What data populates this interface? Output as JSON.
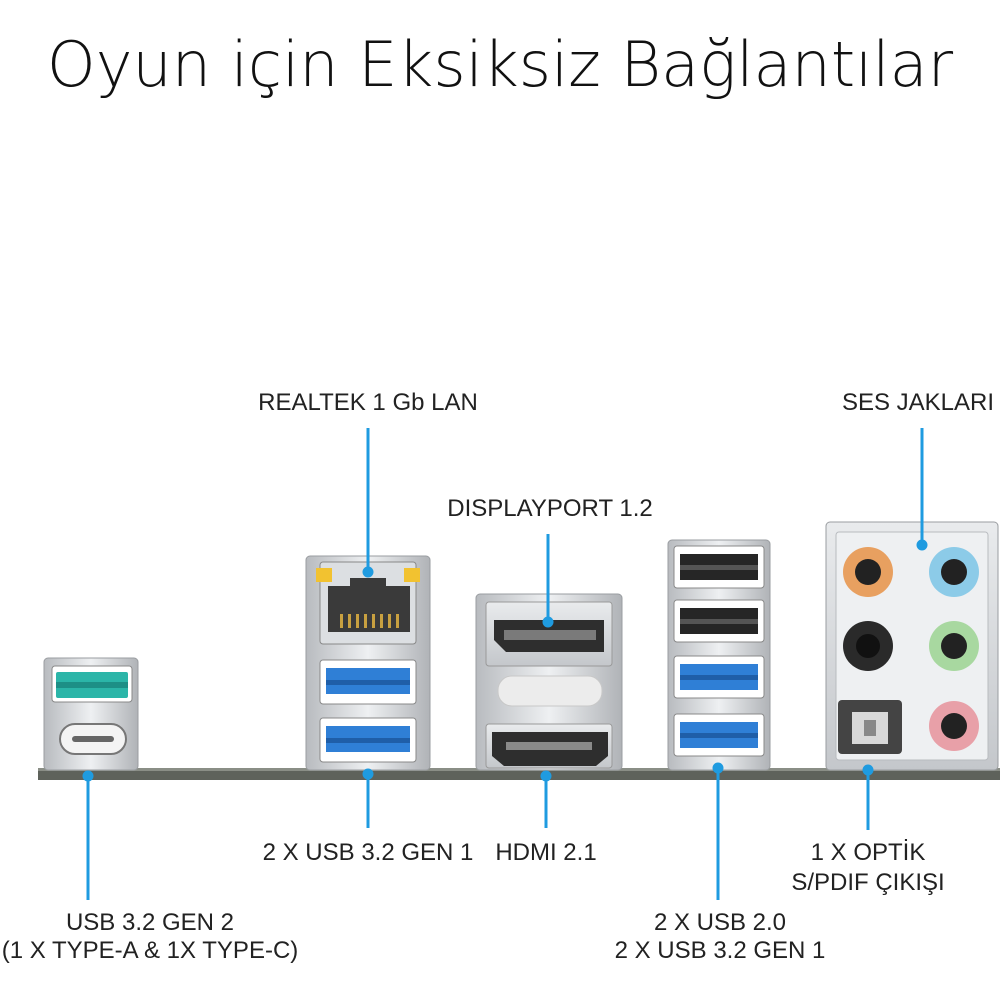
{
  "title": "Oyun için Eksiksiz Bağlantılar",
  "labels": {
    "lan": "REALTEK 1 Gb LAN",
    "audio": "SES JAKLARI",
    "displayport": "DISPLAYPORT 1.2",
    "usb_gen1": "2 X USB 3.2 GEN 1",
    "hdmi": "HDMI 2.1",
    "optical_line1": "1 X OPTİK",
    "optical_line2": "S/PDIF ÇIKIŞI",
    "usb_gen2_line1": "USB 3.2 GEN 2",
    "usb_gen2_line2": "(1 X TYPE-A & 1X TYPE-C)",
    "usb_mixed_line1": "2 X USB 2.0",
    "usb_mixed_line2": "2 X USB 3.2 GEN 1"
  },
  "colors": {
    "accent_line": "#1f9be0",
    "usb3_blue": "#2f7fd6",
    "usb_teal": "#2bb5a8",
    "jack_orange": "#e8a060",
    "jack_blue": "#8ccbe8",
    "jack_black": "#2a2a2a",
    "jack_green": "#a8d8a0",
    "jack_pink": "#e8a0a8",
    "metal": "#d8dadd",
    "board": "#5a5e58"
  }
}
